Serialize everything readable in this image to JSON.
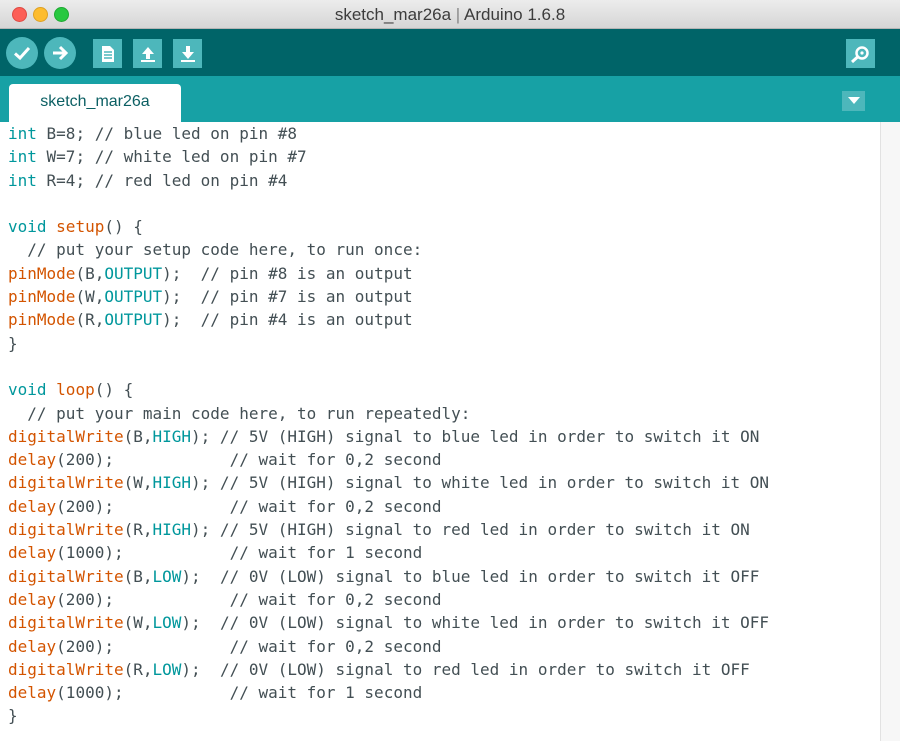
{
  "window": {
    "title_file": "sketch_mar26a",
    "title_sep": " | ",
    "title_app": "Arduino 1.6.8"
  },
  "toolbar": {
    "verify_icon": "checkmark-icon",
    "upload_icon": "arrow-right-icon",
    "new_icon": "document-icon",
    "open_icon": "arrow-up-icon",
    "save_icon": "arrow-down-icon",
    "serial_monitor_icon": "magnifier-icon"
  },
  "tabs": [
    {
      "label": "sketch_mar26a",
      "active": true
    }
  ],
  "tab_menu_icon": "triangle-down-icon",
  "colors": {
    "toolbar_bg": "#006468",
    "tabbar_bg": "#17a1a5",
    "button_bg": "#4db7bb",
    "keyword": "#00979c",
    "function": "#d35400",
    "text": "#434f54"
  },
  "code": [
    [
      [
        "kw",
        "int"
      ],
      [
        "t",
        " B=8; // blue led on pin #8"
      ]
    ],
    [
      [
        "kw",
        "int"
      ],
      [
        "t",
        " W=7; // white led on pin #7"
      ]
    ],
    [
      [
        "kw",
        "int"
      ],
      [
        "t",
        " R=4; // red led on pin #4"
      ]
    ],
    [],
    [
      [
        "kw",
        "void"
      ],
      [
        "t",
        " "
      ],
      [
        "fn",
        "setup"
      ],
      [
        "t",
        "() {"
      ]
    ],
    [
      [
        "t",
        "  // put your setup code here, to run once:"
      ]
    ],
    [
      [
        "fn",
        "pinMode"
      ],
      [
        "t",
        "(B,"
      ],
      [
        "cst",
        "OUTPUT"
      ],
      [
        "t",
        ");  // pin #8 is an output"
      ]
    ],
    [
      [
        "fn",
        "pinMode"
      ],
      [
        "t",
        "(W,"
      ],
      [
        "cst",
        "OUTPUT"
      ],
      [
        "t",
        ");  // pin #7 is an output"
      ]
    ],
    [
      [
        "fn",
        "pinMode"
      ],
      [
        "t",
        "(R,"
      ],
      [
        "cst",
        "OUTPUT"
      ],
      [
        "t",
        ");  // pin #4 is an output"
      ]
    ],
    [
      [
        "t",
        "}"
      ]
    ],
    [],
    [
      [
        "kw",
        "void"
      ],
      [
        "t",
        " "
      ],
      [
        "fn",
        "loop"
      ],
      [
        "t",
        "() {"
      ]
    ],
    [
      [
        "t",
        "  // put your main code here, to run repeatedly:"
      ]
    ],
    [
      [
        "fn",
        "digitalWrite"
      ],
      [
        "t",
        "(B,"
      ],
      [
        "cst",
        "HIGH"
      ],
      [
        "t",
        "); // 5V (HIGH) signal to blue led in order to switch it ON"
      ]
    ],
    [
      [
        "fn",
        "delay"
      ],
      [
        "t",
        "(200);            // wait for 0,2 second"
      ]
    ],
    [
      [
        "fn",
        "digitalWrite"
      ],
      [
        "t",
        "(W,"
      ],
      [
        "cst",
        "HIGH"
      ],
      [
        "t",
        "); // 5V (HIGH) signal to white led in order to switch it ON"
      ]
    ],
    [
      [
        "fn",
        "delay"
      ],
      [
        "t",
        "(200);            // wait for 0,2 second"
      ]
    ],
    [
      [
        "fn",
        "digitalWrite"
      ],
      [
        "t",
        "(R,"
      ],
      [
        "cst",
        "HIGH"
      ],
      [
        "t",
        "); // 5V (HIGH) signal to red led in order to switch it ON"
      ]
    ],
    [
      [
        "fn",
        "delay"
      ],
      [
        "t",
        "(1000);           // wait for 1 second"
      ]
    ],
    [
      [
        "fn",
        "digitalWrite"
      ],
      [
        "t",
        "(B,"
      ],
      [
        "cst",
        "LOW"
      ],
      [
        "t",
        ");  // 0V (LOW) signal to blue led in order to switch it OFF"
      ]
    ],
    [
      [
        "fn",
        "delay"
      ],
      [
        "t",
        "(200);            // wait for 0,2 second"
      ]
    ],
    [
      [
        "fn",
        "digitalWrite"
      ],
      [
        "t",
        "(W,"
      ],
      [
        "cst",
        "LOW"
      ],
      [
        "t",
        ");  // 0V (LOW) signal to white led in order to switch it OFF"
      ]
    ],
    [
      [
        "fn",
        "delay"
      ],
      [
        "t",
        "(200);            // wait for 0,2 second"
      ]
    ],
    [
      [
        "fn",
        "digitalWrite"
      ],
      [
        "t",
        "(R,"
      ],
      [
        "cst",
        "LOW"
      ],
      [
        "t",
        ");  // 0V (LOW) signal to red led in order to switch it OFF"
      ]
    ],
    [
      [
        "fn",
        "delay"
      ],
      [
        "t",
        "(1000);           // wait for 1 second"
      ]
    ],
    [
      [
        "t",
        "}"
      ]
    ]
  ]
}
